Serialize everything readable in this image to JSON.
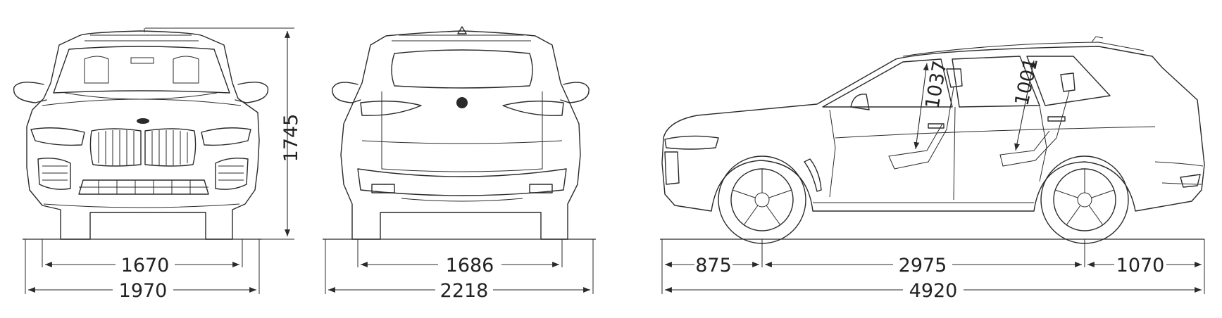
{
  "dimensions": {
    "front_track": "1670",
    "front_width": "1970",
    "height": "1745",
    "rear_track": "1686",
    "rear_width": "2218",
    "front_overhang": "875",
    "wheelbase": "2975",
    "rear_overhang": "1070",
    "length": "4920",
    "front_headroom": "1037",
    "rear_headroom": "1001"
  },
  "colors": {
    "line": "#2a2a2a",
    "background": "#ffffff"
  }
}
